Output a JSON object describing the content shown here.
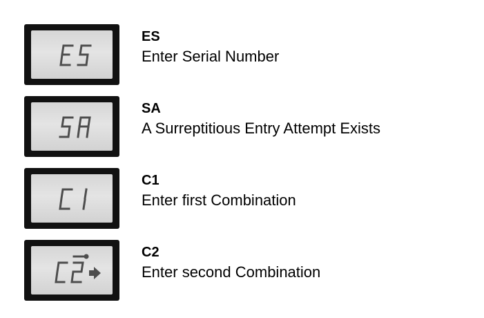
{
  "entries": [
    {
      "display": "ES",
      "code": "ES",
      "description": "Enter Serial Number"
    },
    {
      "display": "SA",
      "code": "SA",
      "description": "A Surreptitious Entry Attempt Exists"
    },
    {
      "display": "C1",
      "code": "C1",
      "description": "Enter first Combination"
    },
    {
      "display": "C2",
      "code": "C2",
      "description": "Enter second Combination",
      "indicator": "arrow-right-icon"
    }
  ]
}
